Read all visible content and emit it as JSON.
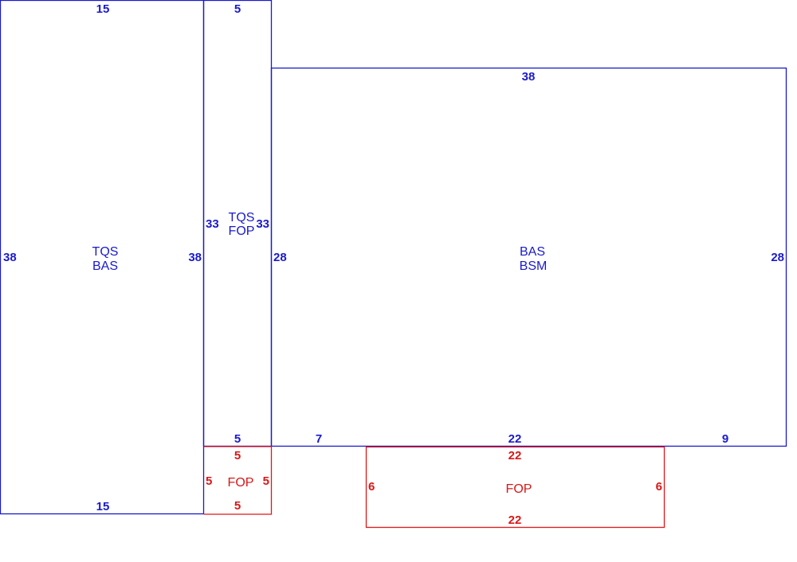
{
  "colors": {
    "primary": "#1a1acc",
    "secondary": "#e01818"
  },
  "rooms": {
    "tqs_bas": {
      "labels": [
        "TQS",
        "BAS"
      ],
      "dims": {
        "top": "15",
        "bottom": "15",
        "left": "38",
        "right": "38"
      }
    },
    "tqs_fop": {
      "labels": [
        "TQS",
        "FOP"
      ],
      "dims": {
        "top": "5",
        "bottom": "5",
        "left": "33",
        "right": "33"
      }
    },
    "bas_bsm": {
      "labels": [
        "BAS",
        "BSM"
      ],
      "dims": {
        "top": "38",
        "left": "28",
        "right": "28",
        "bottom_left": "7",
        "bottom_mid": "22",
        "bottom_right": "9"
      }
    },
    "fop_small": {
      "labels": [
        "FOP"
      ],
      "dims": {
        "top": "5",
        "bottom": "5",
        "left": "5",
        "right": "5"
      }
    },
    "fop_large": {
      "labels": [
        "FOP"
      ],
      "dims": {
        "top": "22",
        "bottom": "22",
        "left": "6",
        "right": "6"
      }
    }
  }
}
